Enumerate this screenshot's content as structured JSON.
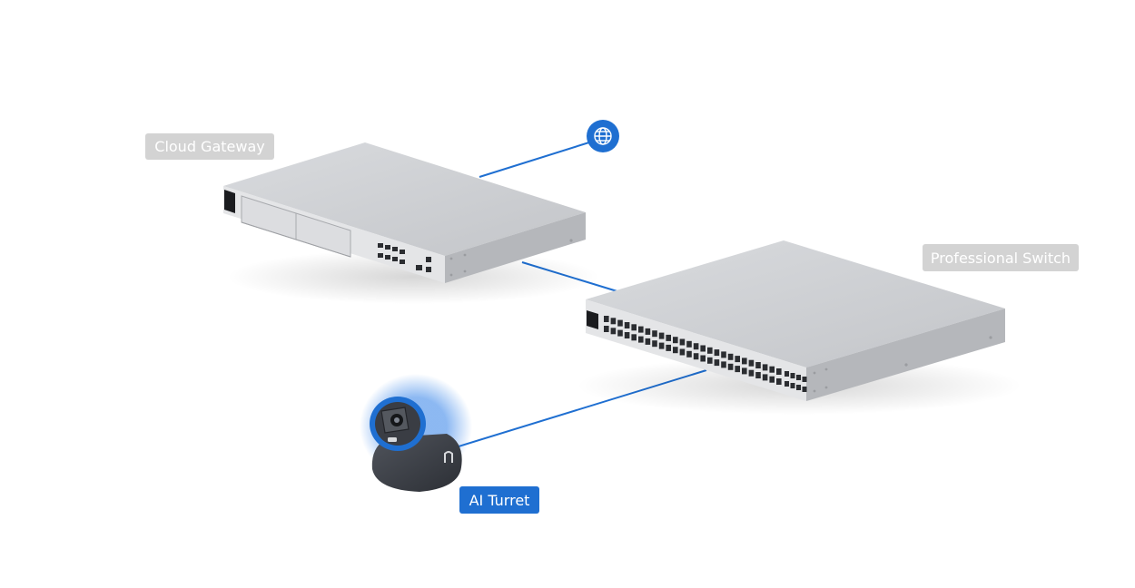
{
  "diagram": {
    "labels": {
      "cloud_gateway": "Cloud Gateway",
      "professional_switch": "Professional Switch",
      "ai_turret": "AI Turret"
    },
    "icons": {
      "internet": "globe-icon"
    },
    "colors": {
      "link_line": "#1f6fd1",
      "accent_blue": "#1f6fd1",
      "label_gray": "#d3d3d3",
      "label_text": "#ffffff",
      "device_silver": "#c4c6ca",
      "camera_dark": "#3b3e45"
    }
  }
}
